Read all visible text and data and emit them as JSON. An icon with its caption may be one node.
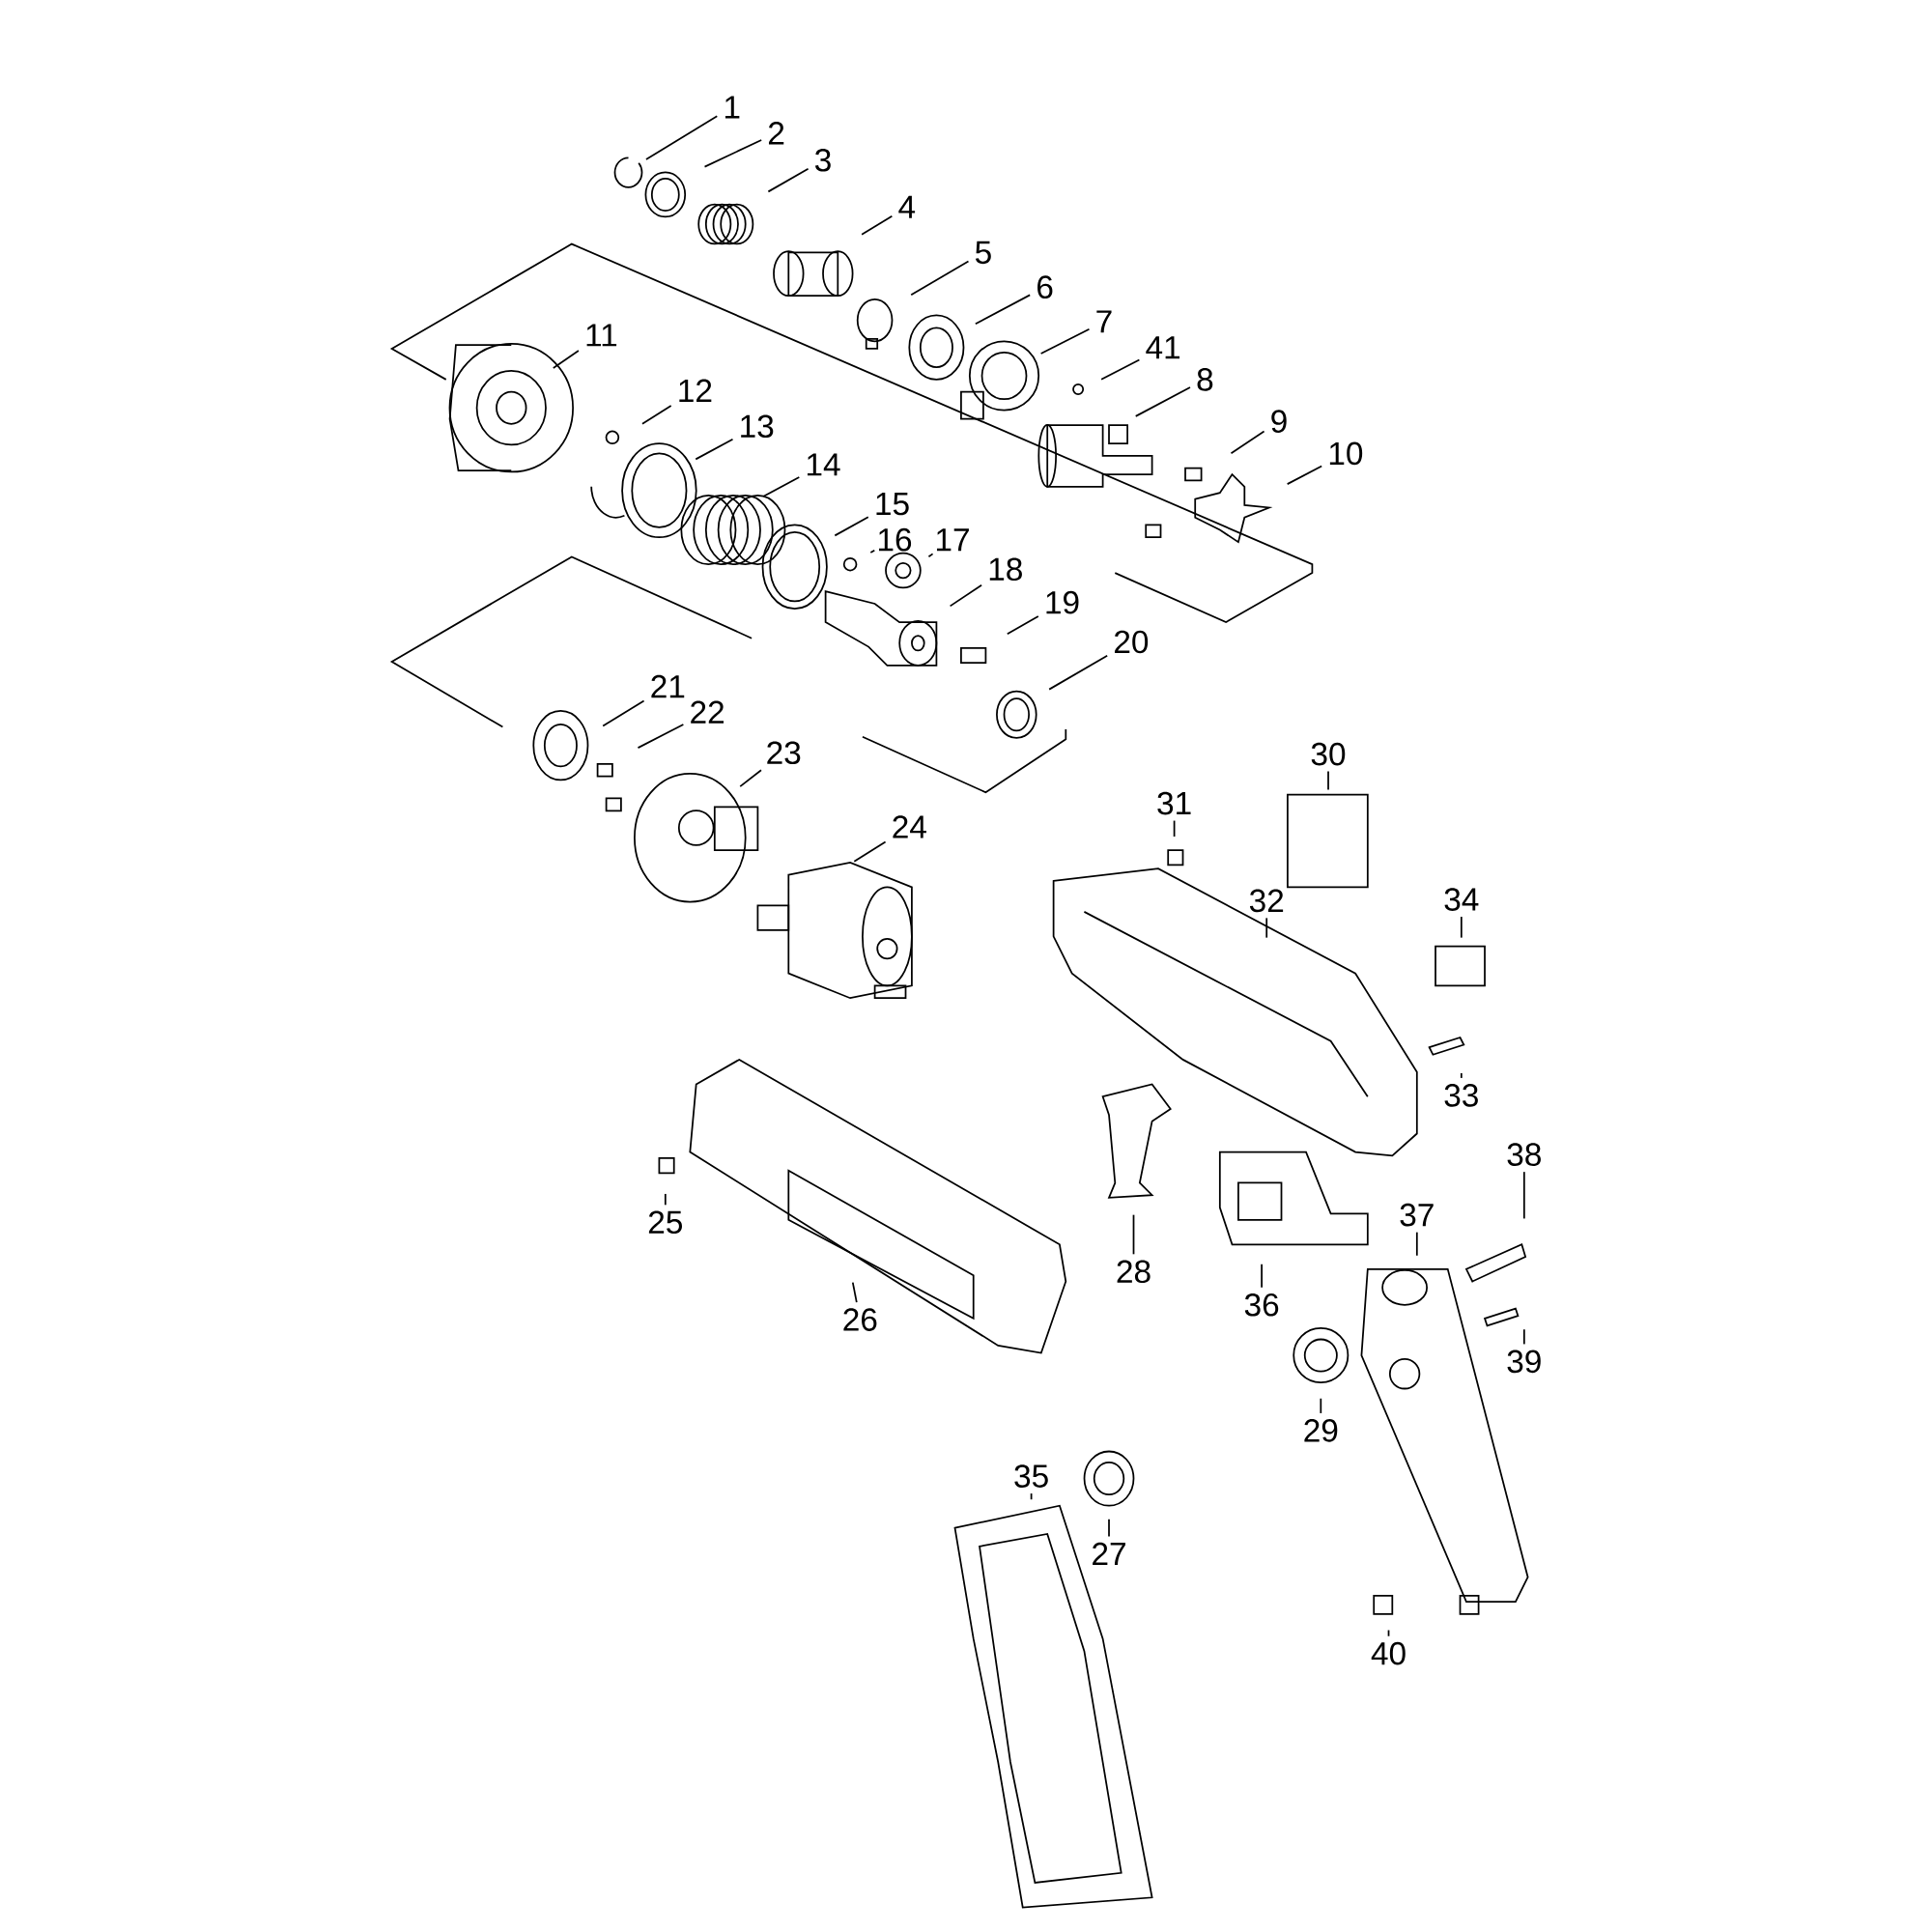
{
  "diagram": {
    "nodes": [
      {
        "text": [
          "1"
        ]
      },
      {
        "text": [
          "2"
        ]
      },
      {
        "text": [
          "3"
        ]
      },
      {
        "text": [
          "4"
        ]
      },
      {
        "text": [
          "5"
        ]
      },
      {
        "text": [
          "6"
        ]
      },
      {
        "text": [
          "7"
        ]
      },
      {
        "text": [
          "41"
        ]
      },
      {
        "text": [
          "8"
        ]
      },
      {
        "text": [
          "9"
        ]
      },
      {
        "text": [
          "10"
        ]
      },
      {
        "text": [
          "11"
        ]
      },
      {
        "text": [
          "12"
        ]
      },
      {
        "text": [
          "13"
        ]
      },
      {
        "text": [
          "14"
        ]
      },
      {
        "text": [
          "15"
        ]
      },
      {
        "text": [
          "16"
        ]
      },
      {
        "text": [
          "17"
        ]
      },
      {
        "text": [
          "18"
        ]
      },
      {
        "text": [
          "19"
        ]
      },
      {
        "text": [
          "20"
        ]
      },
      {
        "text": [
          "21"
        ]
      },
      {
        "text": [
          "22"
        ]
      },
      {
        "text": [
          "23"
        ]
      },
      {
        "text": [
          "24"
        ]
      },
      {
        "text": [
          "30"
        ]
      },
      {
        "text": [
          "31"
        ]
      },
      {
        "text": [
          "32"
        ]
      },
      {
        "text": [
          "34"
        ]
      },
      {
        "text": [
          "33"
        ]
      },
      {
        "text": [
          "38"
        ]
      },
      {
        "text": [
          "37"
        ]
      },
      {
        "text": [
          "25"
        ]
      },
      {
        "text": [
          "28"
        ]
      },
      {
        "text": [
          "36"
        ]
      },
      {
        "text": [
          "26"
        ]
      },
      {
        "text": [
          "39"
        ]
      },
      {
        "text": [
          "29"
        ]
      },
      {
        "text": [
          "35"
        ]
      },
      {
        "text": [
          "27"
        ]
      },
      {
        "text": [
          "40"
        ]
      }
    ],
    "edges": [
      {
        "from": 0,
        "to": null,
        "arrow": "none"
      },
      {
        "from": 1,
        "to": null,
        "arrow": "none"
      },
      {
        "from": 2,
        "to": null,
        "arrow": "none"
      },
      {
        "from": 3,
        "to": null,
        "arrow": "none"
      },
      {
        "from": 4,
        "to": null,
        "arrow": "none"
      },
      {
        "from": 5,
        "to": null,
        "arrow": "none"
      },
      {
        "from": 6,
        "to": null,
        "arrow": "none"
      },
      {
        "from": 7,
        "to": null,
        "arrow": "none"
      },
      {
        "from": 8,
        "to": null,
        "arrow": "none"
      },
      {
        "from": 9,
        "to": null,
        "arrow": "none"
      },
      {
        "from": 10,
        "to": null,
        "arrow": "none"
      },
      {
        "from": 11,
        "to": null,
        "arrow": "none"
      },
      {
        "from": 12,
        "to": null,
        "arrow": "none"
      },
      {
        "from": 13,
        "to": null,
        "arrow": "none"
      },
      {
        "from": 14,
        "to": null,
        "arrow": "none"
      },
      {
        "from": 15,
        "to": null,
        "arrow": "none"
      },
      {
        "from": 16,
        "to": null,
        "arrow": "none"
      },
      {
        "from": 17,
        "to": null,
        "arrow": "none"
      },
      {
        "from": 18,
        "to": null,
        "arrow": "none"
      },
      {
        "from": 19,
        "to": null,
        "arrow": "none"
      },
      {
        "from": 20,
        "to": null,
        "arrow": "none"
      },
      {
        "from": 21,
        "to": null,
        "arrow": "none"
      },
      {
        "from": 22,
        "to": null,
        "arrow": "none"
      },
      {
        "from": 23,
        "to": null,
        "arrow": "none"
      },
      {
        "from": 24,
        "to": null,
        "arrow": "none"
      },
      {
        "from": 25,
        "to": null,
        "arrow": "none"
      },
      {
        "from": 26,
        "to": null,
        "arrow": "none"
      },
      {
        "from": 27,
        "to": null,
        "arrow": "none"
      },
      {
        "from": 28,
        "to": null,
        "arrow": "none"
      },
      {
        "from": 29,
        "to": null,
        "arrow": "none"
      },
      {
        "from": 30,
        "to": null,
        "arrow": "none"
      },
      {
        "from": 31,
        "to": null,
        "arrow": "none"
      },
      {
        "from": 32,
        "to": null,
        "arrow": "none"
      },
      {
        "from": 33,
        "to": null,
        "arrow": "none"
      },
      {
        "from": 34,
        "to": null,
        "arrow": "none"
      },
      {
        "from": 35,
        "to": null,
        "arrow": "none"
      },
      {
        "from": 36,
        "to": null,
        "arrow": "none"
      },
      {
        "from": 37,
        "to": null,
        "arrow": "none"
      },
      {
        "from": 38,
        "to": null,
        "arrow": "none"
      },
      {
        "from": 39,
        "to": null,
        "arrow": "none"
      },
      {
        "from": 40,
        "to": null,
        "arrow": "none"
      }
    ]
  }
}
